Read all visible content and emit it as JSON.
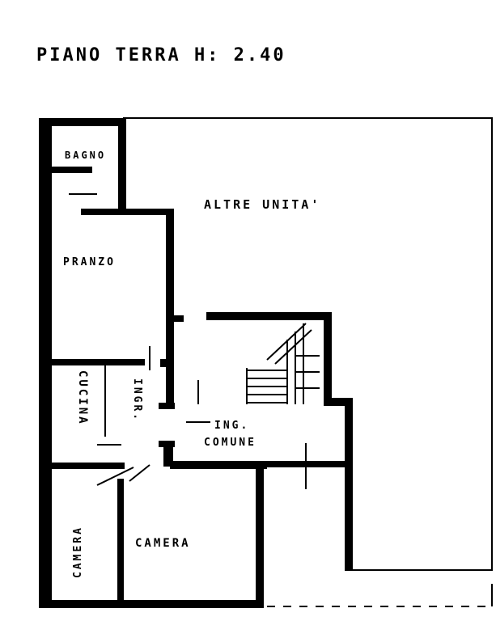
{
  "title": "PIANO TERRA H: 2.40",
  "rooms": {
    "bagno": "BAGNO",
    "altre_unita": "ALTRE UNITA'",
    "pranzo": "PRANZO",
    "cucina": "CUCINA",
    "ingr": "INGR.",
    "ing_comune_line1": "ING.",
    "ing_comune_line2": "COMUNE",
    "camera_left": "CAMERA",
    "camera_center": "CAMERA"
  },
  "colors": {
    "wall": "#000000",
    "background": "#ffffff"
  }
}
